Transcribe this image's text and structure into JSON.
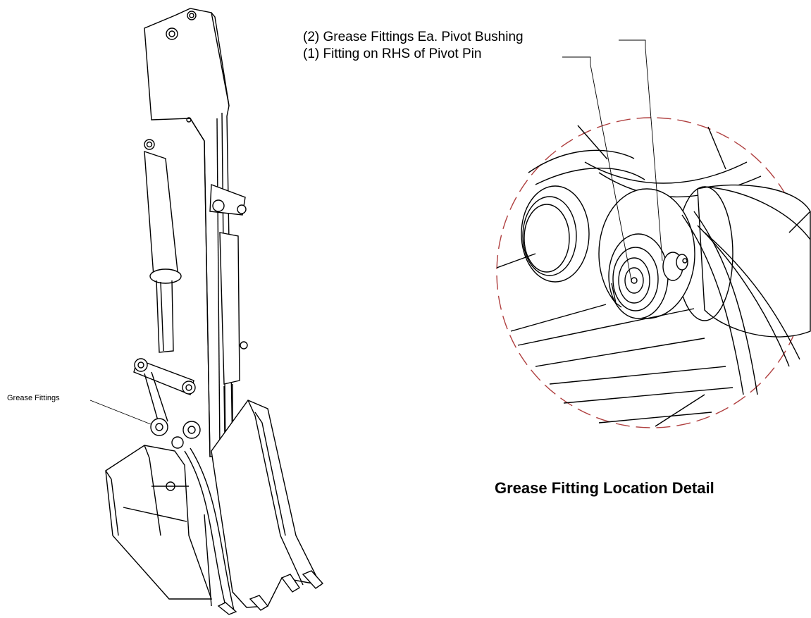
{
  "labels": {
    "grease_fittings_each_bushing": "(2) Grease Fittings Ea. Pivot Bushing",
    "fitting_rhs_pivot_pin": "(1) Fitting on RHS of Pivot Pin",
    "grease_fittings": "Grease Fittings",
    "detail_title": "Grease Fitting Location Detail"
  },
  "colors": {
    "line": "#000000",
    "detail_circle": "#b04040",
    "background": "#ffffff"
  }
}
